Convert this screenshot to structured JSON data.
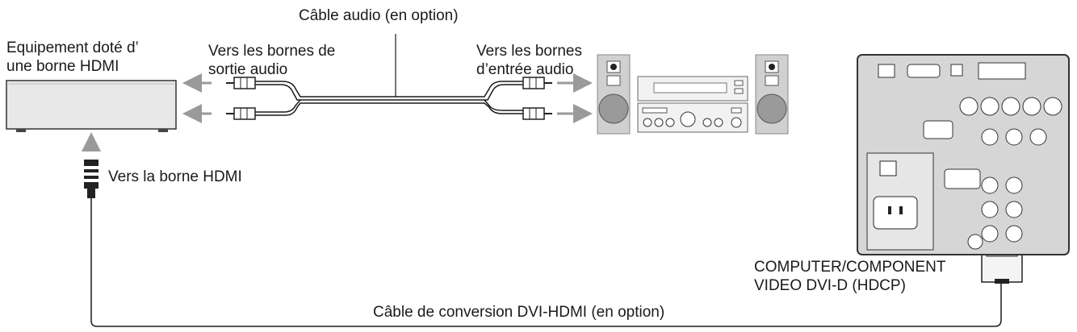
{
  "labels": {
    "audio_cable": "Câble audio (en option)",
    "hdmi_equipment": [
      "Equipement doté d’",
      "une borne HDMI"
    ],
    "to_audio_out": [
      "Vers les bornes de",
      "sortie audio"
    ],
    "to_audio_in": [
      "Vers les bornes",
      "d’entrée audio"
    ],
    "to_hdmi": "Vers la borne HDMI",
    "dvi_terminal": [
      "COMPUTER/COMPONENT",
      "VIDEO DVI-D (HDCP)"
    ],
    "conversion_cable": "Câble de conversion DVI-HDMI (en option)"
  },
  "colors": {
    "cable": "#1a1a1a",
    "arrow": "#9a9a9a",
    "device_fill": "#e8e8e8",
    "panel_fill": "#d6d6d6"
  }
}
